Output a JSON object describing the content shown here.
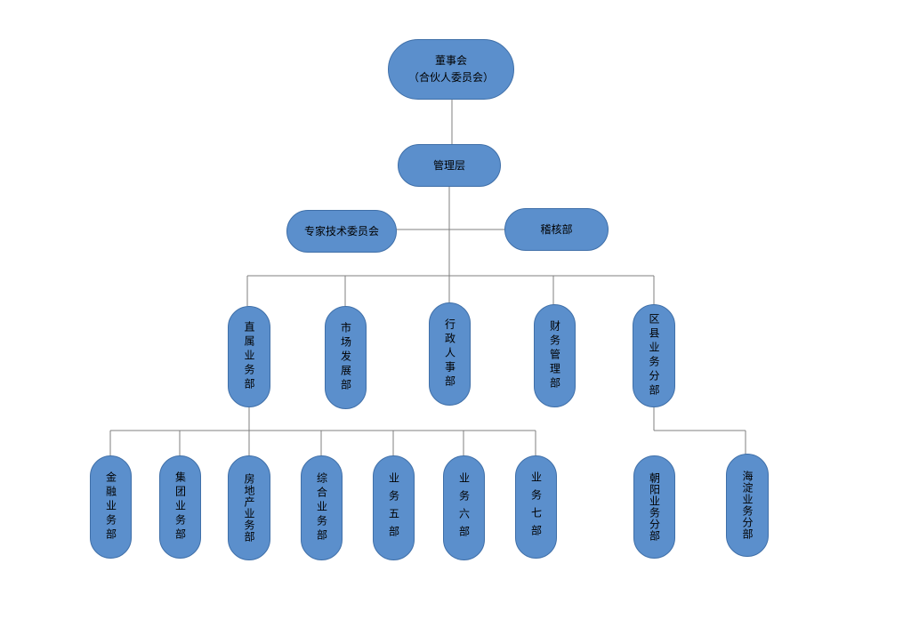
{
  "org_chart": {
    "board": {
      "line1": "董事会",
      "line2": "（合伙人委员会）"
    },
    "management": "管理层",
    "expert_committee": "专家技术委员会",
    "audit": "稽核部",
    "departments": {
      "direct": "直属业务部",
      "market": "市场发展部",
      "admin_hr": "行政人事部",
      "finance": "财务管理部",
      "district": "区县业务分部"
    },
    "direct_units": {
      "finance_biz": "金融业务部",
      "group_biz": "集团业务部",
      "real_estate_biz": "房地产业务部",
      "general_biz": "综合业务部",
      "biz5": "业务五部",
      "biz6": "业务六部",
      "biz7": "业务七部"
    },
    "district_units": {
      "chaoyang": "朝阳业务分部",
      "haidian": "海淀业务分部"
    }
  },
  "colors": {
    "node_fill": "#5b8fcc",
    "node_border": "#3f6fa8",
    "connector": "#7f7f7f"
  }
}
